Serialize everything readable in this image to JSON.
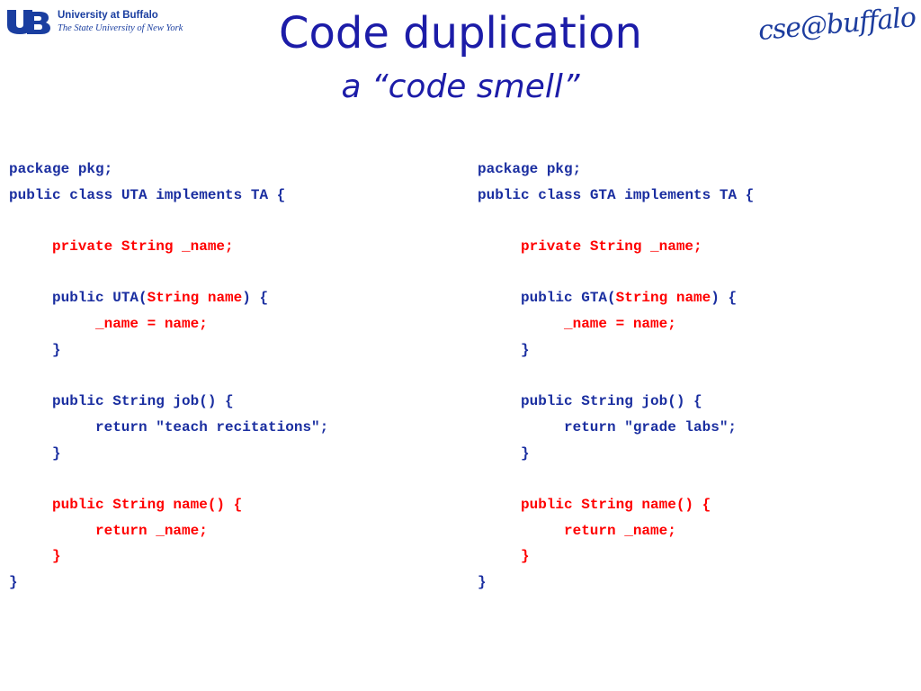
{
  "header": {
    "ub_line1": "University at Buffalo",
    "ub_line2": "The State University of New York",
    "cse_logo": "cse@buffalo",
    "title": "Code duplication",
    "subtitle": "a “code smell”"
  },
  "colors": {
    "title": "#1c1ca8",
    "code": "#1a2ea0",
    "highlight": "#ff0000",
    "logo": "#1a3ea0"
  },
  "left_code": {
    "pkg": "package pkg;",
    "decl": "public class UTA implements TA {",
    "field": "private String _name;",
    "ctor_pre": "public UTA(",
    "ctor_param": "String name",
    "ctor_post": ") {",
    "ctor_body": "_name = name;",
    "ctor_close": "}",
    "job_sig": "public String job() {",
    "job_body": "return \"teach recitations\";",
    "job_close": "}",
    "name_sig": "public String name() {",
    "name_body": "return _name;",
    "name_close": "}",
    "class_close": "}"
  },
  "right_code": {
    "pkg": "package pkg;",
    "decl": "public class GTA implements TA {",
    "field": "private String _name;",
    "ctor_pre": "public GTA(",
    "ctor_param": "String name",
    "ctor_post": ") {",
    "ctor_body": "_name = name;",
    "ctor_close": "}",
    "job_sig": "public String job() {",
    "job_body": "return \"grade labs\";",
    "job_close": "}",
    "name_sig": "public String name() {",
    "name_body": "return _name;",
    "name_close": "}",
    "class_close": "}"
  }
}
